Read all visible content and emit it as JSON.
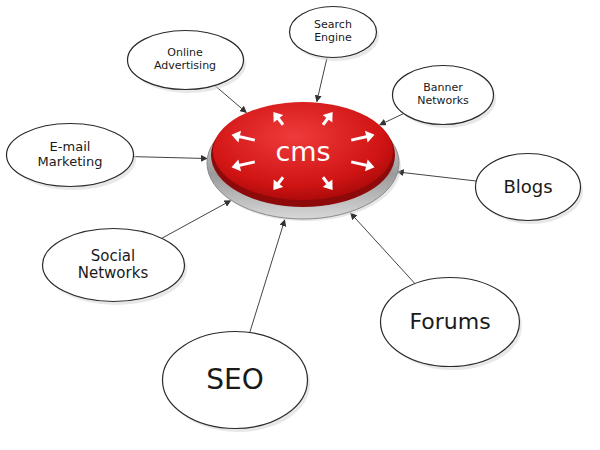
{
  "diagram": {
    "nodes": [
      {
        "text": [
          "Search Engine"
        ]
      },
      {
        "text": [
          "Online Advertising"
        ]
      },
      {
        "text": [
          "Banner Networks"
        ]
      },
      {
        "text": [
          "E-mail Marketing"
        ]
      },
      {
        "text": [
          "cms"
        ]
      },
      {
        "text": [
          "Blogs"
        ]
      },
      {
        "text": [
          "Social Networks"
        ]
      },
      {
        "text": [
          "Forums"
        ]
      },
      {
        "text": [
          "SEO"
        ]
      }
    ],
    "edges": [
      {
        "from": 0,
        "to": 4,
        "arrow": "to"
      },
      {
        "from": 1,
        "to": 4,
        "arrow": "to"
      },
      {
        "from": 2,
        "to": 4,
        "arrow": "to"
      },
      {
        "from": 3,
        "to": 4,
        "arrow": "to"
      },
      {
        "from": 5,
        "to": 4,
        "arrow": "to"
      },
      {
        "from": 6,
        "to": 4,
        "arrow": "to"
      },
      {
        "from": 7,
        "to": 4,
        "arrow": "to"
      },
      {
        "from": 8,
        "to": 4,
        "arrow": "to"
      }
    ]
  }
}
